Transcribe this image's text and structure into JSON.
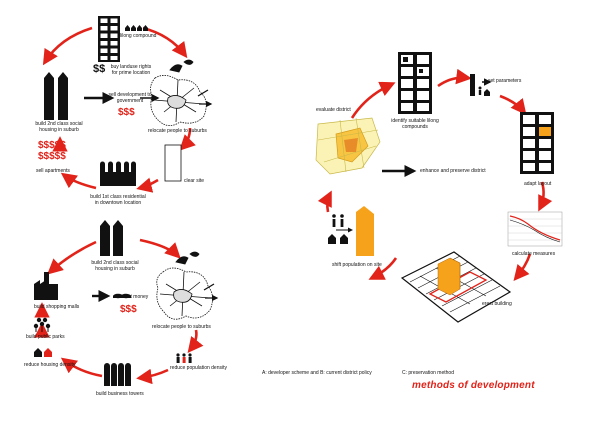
{
  "colors": {
    "accent": "#e2231a",
    "orange": "#f7a21b",
    "ink": "#111111",
    "paleYellow": "#f7e98a"
  },
  "left": {
    "cycleA": {
      "lilong_compound": "lilong compound",
      "buy_rights": "buy landuse rights for prime location",
      "sell_dev": "sell development to government",
      "money_gov": "$$$",
      "relocate": "relocate people to suburbs",
      "build_2nd": "build 2nd class social housing in suburb",
      "money_big_1": "$$$$$",
      "money_big_2": "$$$$$",
      "sell_apts": "sell apartments",
      "clear_site": "clear site",
      "build_1st": "build 1st class residential in downtown location",
      "black_dollar": "$$"
    },
    "cycleB": {
      "build_2nd": "build 2nd class social housing in suburb",
      "attract": "attract money",
      "money": "$$$",
      "relocate": "relocate people to suburbs",
      "shopping": "build shopping malls",
      "parks": "build public parks",
      "housing_density": "reduce housing density",
      "population": "reduce population density",
      "towers": "build business towers"
    },
    "caption": "A: developer scheme and B: current district policy"
  },
  "right": {
    "evaluate": "evaluate district",
    "identify": "identify suitable lilong compounds",
    "set_params": "set parameters",
    "adapt": "adapt layout",
    "enhance": "enhance and preserve district",
    "calculate": "calculate measures",
    "erect": "erect building",
    "shift": "shift population on site",
    "caption": "C: preservation method",
    "title": "methods of development"
  }
}
